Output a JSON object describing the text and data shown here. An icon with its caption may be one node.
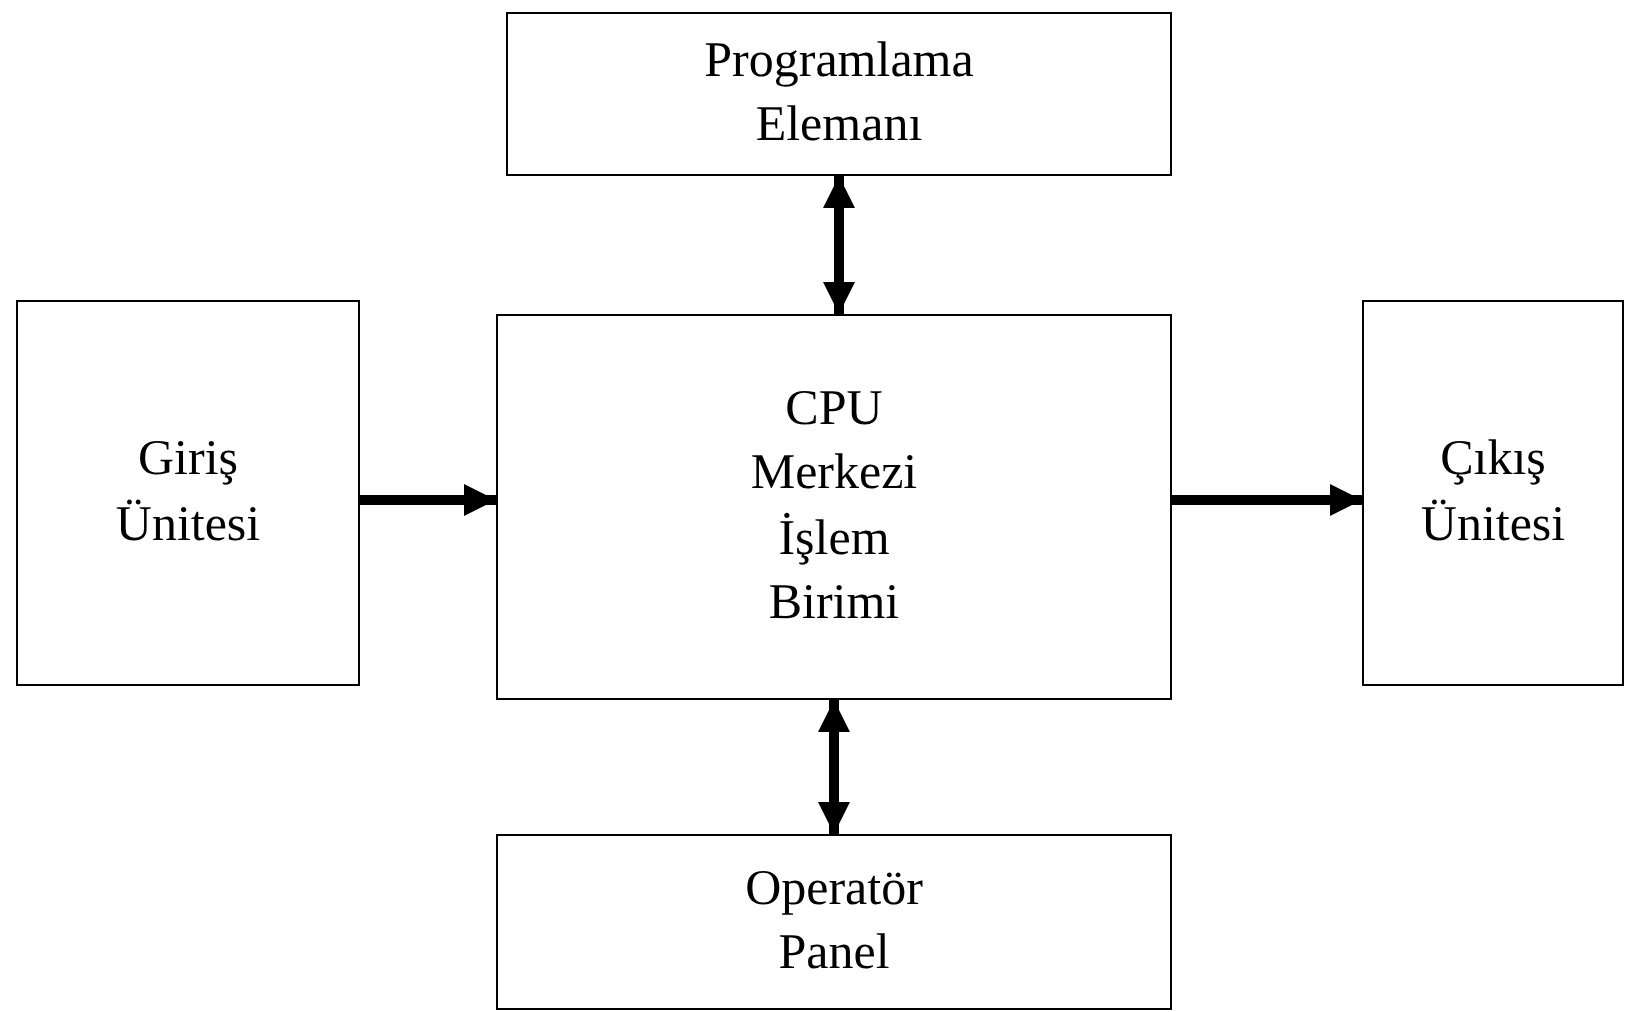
{
  "diagram": {
    "nodes": [
      {
        "text": [
          "Programlama Elemanı"
        ]
      },
      {
        "text": [
          "Giriş Ünitesi"
        ]
      },
      {
        "text": [
          "CPU",
          "Merkezi İşlem Birimi"
        ]
      },
      {
        "text": [
          "Çıkış Ünitesi"
        ]
      },
      {
        "text": [
          "Operatör Panel"
        ]
      }
    ],
    "edges": [
      {
        "from": 2,
        "to": 0,
        "arrow": "both"
      },
      {
        "from": 1,
        "to": 2,
        "arrow": "to"
      },
      {
        "from": 2,
        "to": 3,
        "arrow": "to"
      },
      {
        "from": 2,
        "to": 4,
        "arrow": "both"
      }
    ]
  }
}
